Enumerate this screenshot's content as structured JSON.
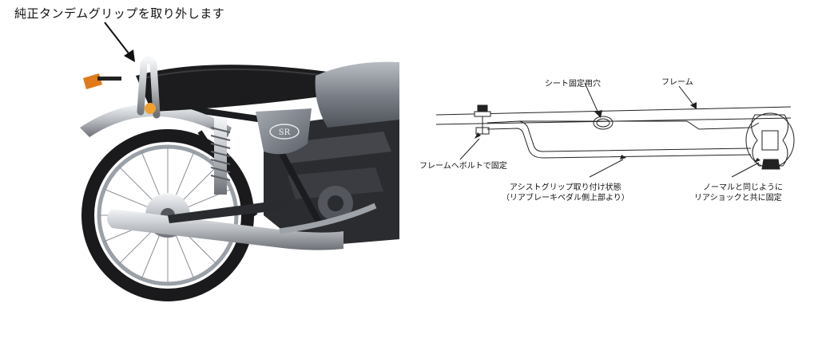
{
  "labels": {
    "title": "純正タンデムグリップを取り外します",
    "seat_hole": "シート固定用穴",
    "frame": "フレーム",
    "frame_bolt": "フレームへボルトで固定",
    "assist_line1": "アシストグリップ取り付け状態",
    "assist_line2": "（リアブレーキペダル側上部より）",
    "normal_line1": "ノーマルと同じように",
    "normal_line2": "リアショックと共に固定"
  },
  "photo": {
    "emblem": "SR"
  },
  "colors": {
    "tank_silver": "#8a8f96",
    "seat_black": "#1c1c1e",
    "chrome": "#c9cdd2",
    "indicator_orange": "#e07a1a",
    "line": "#222222"
  }
}
